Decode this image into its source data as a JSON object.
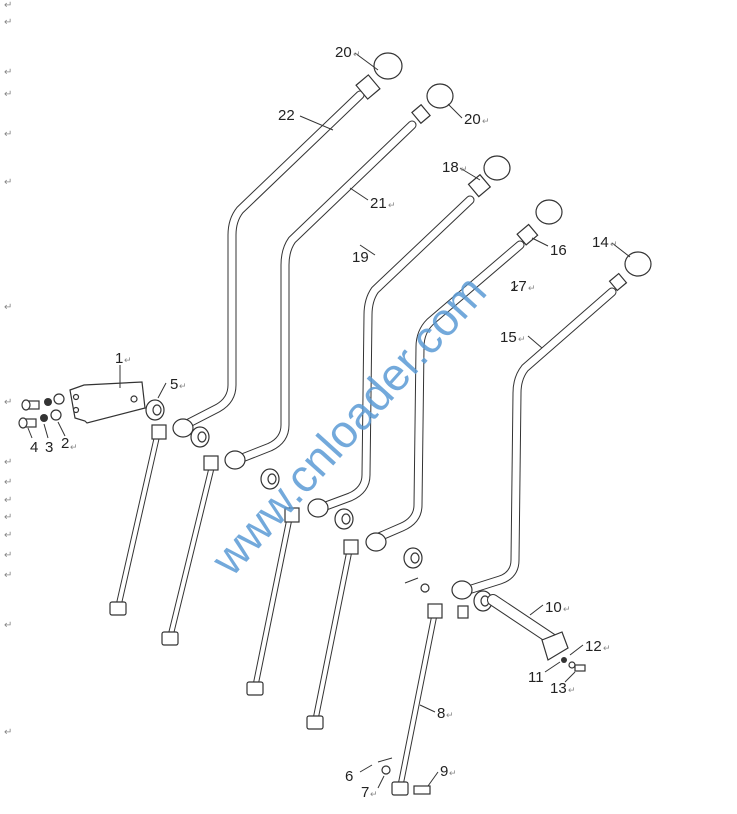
{
  "margin_mark": "↵",
  "return_mark": "↵",
  "watermark": "www.cnloader.com",
  "colors": {
    "watermark": "#5b9bd5",
    "lines": "#333333"
  },
  "labels": {
    "p1": "1",
    "p2": "2",
    "p3": "3",
    "p4": "4",
    "p5": "5",
    "p6": "6",
    "p7": "7",
    "p8": "8",
    "p9": "9",
    "p10": "10",
    "p11": "11",
    "p12": "12",
    "p13": "13",
    "p14": "14",
    "p15": "15",
    "p16": "16",
    "p17": "17",
    "p18": "18",
    "p19": "19",
    "p20a": "20",
    "p20b": "20",
    "p21": "21",
    "p22": "22"
  }
}
